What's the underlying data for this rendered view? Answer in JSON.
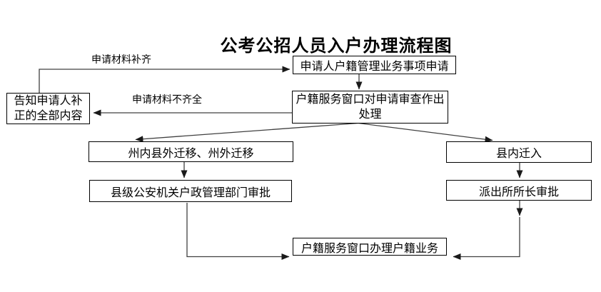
{
  "title": "公考公招人员入户办理流程图",
  "nodes": {
    "apply": {
      "label": "申请人户籍管理业务事项申请"
    },
    "review": {
      "label": "户籍服务窗口对申请审查作出处理"
    },
    "notify": {
      "label": "告知申请人补正的全部内容"
    },
    "out_migration": {
      "label": "州内县外迁移、州外迁移"
    },
    "county_approval": {
      "label": "县级公安机关户政管理部门审批"
    },
    "in_county": {
      "label": "县内迁入"
    },
    "police_approval": {
      "label": "派出所所长审批"
    },
    "handle": {
      "label": "户籍服务窗口办理户籍业务"
    }
  },
  "edge_labels": {
    "materials_complete": "申请材料补齐",
    "materials_incomplete": "申请材料不齐全"
  },
  "colors": {
    "background": "#ffffff",
    "box_border": "#000000",
    "text": "#000000",
    "connector": "#404040"
  }
}
